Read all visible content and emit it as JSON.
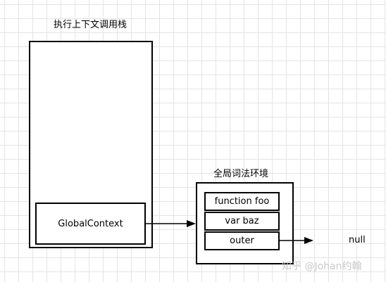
{
  "stack": {
    "title": "执行上下文调用栈",
    "entries": [
      "GlobalContext"
    ]
  },
  "lexical_env": {
    "title": "全局词法环境",
    "rows": [
      "function foo",
      "var baz",
      "outer"
    ]
  },
  "outer_target": "null",
  "watermark": "知乎 @Johan约翰"
}
